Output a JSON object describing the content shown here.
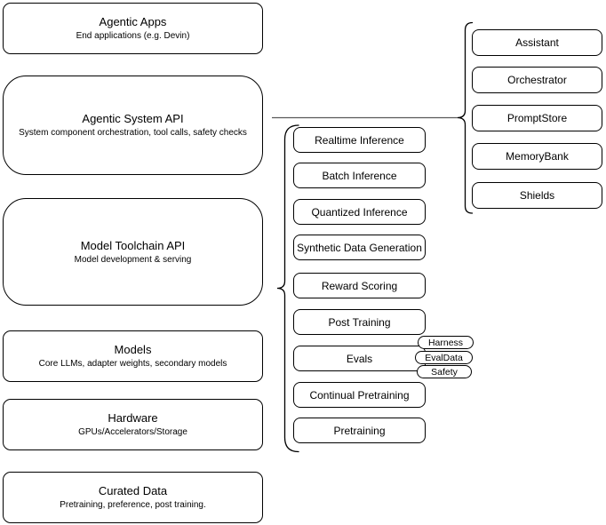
{
  "left_column": [
    {
      "title": "Agentic Apps",
      "subtitle": "End applications (e.g. Devin)"
    },
    {
      "title": "Agentic System API",
      "subtitle": "System component orchestration, tool calls, safety checks"
    },
    {
      "title": "Model Toolchain API",
      "subtitle": "Model development & serving"
    },
    {
      "title": "Models",
      "subtitle": "Core LLMs, adapter weights, secondary models"
    },
    {
      "title": "Hardware",
      "subtitle": "GPUs/Accelerators/Storage"
    },
    {
      "title": "Curated Data",
      "subtitle": "Pretraining, preference, post training."
    }
  ],
  "toolchain_items": [
    "Realtime Inference",
    "Batch Inference",
    "Quantized Inference",
    "Synthetic Data Generation",
    "Reward Scoring",
    "Post Training",
    "Evals",
    "Continual Pretraining",
    "Pretraining"
  ],
  "eval_tags": [
    "Harness",
    "EvalData",
    "Safety"
  ],
  "system_components": [
    "Assistant",
    "Orchestrator",
    "PromptStore",
    "MemoryBank",
    "Shields"
  ],
  "colors": {
    "stroke": "#000000",
    "fill": "#ffffff",
    "connector_line": "#595959"
  }
}
